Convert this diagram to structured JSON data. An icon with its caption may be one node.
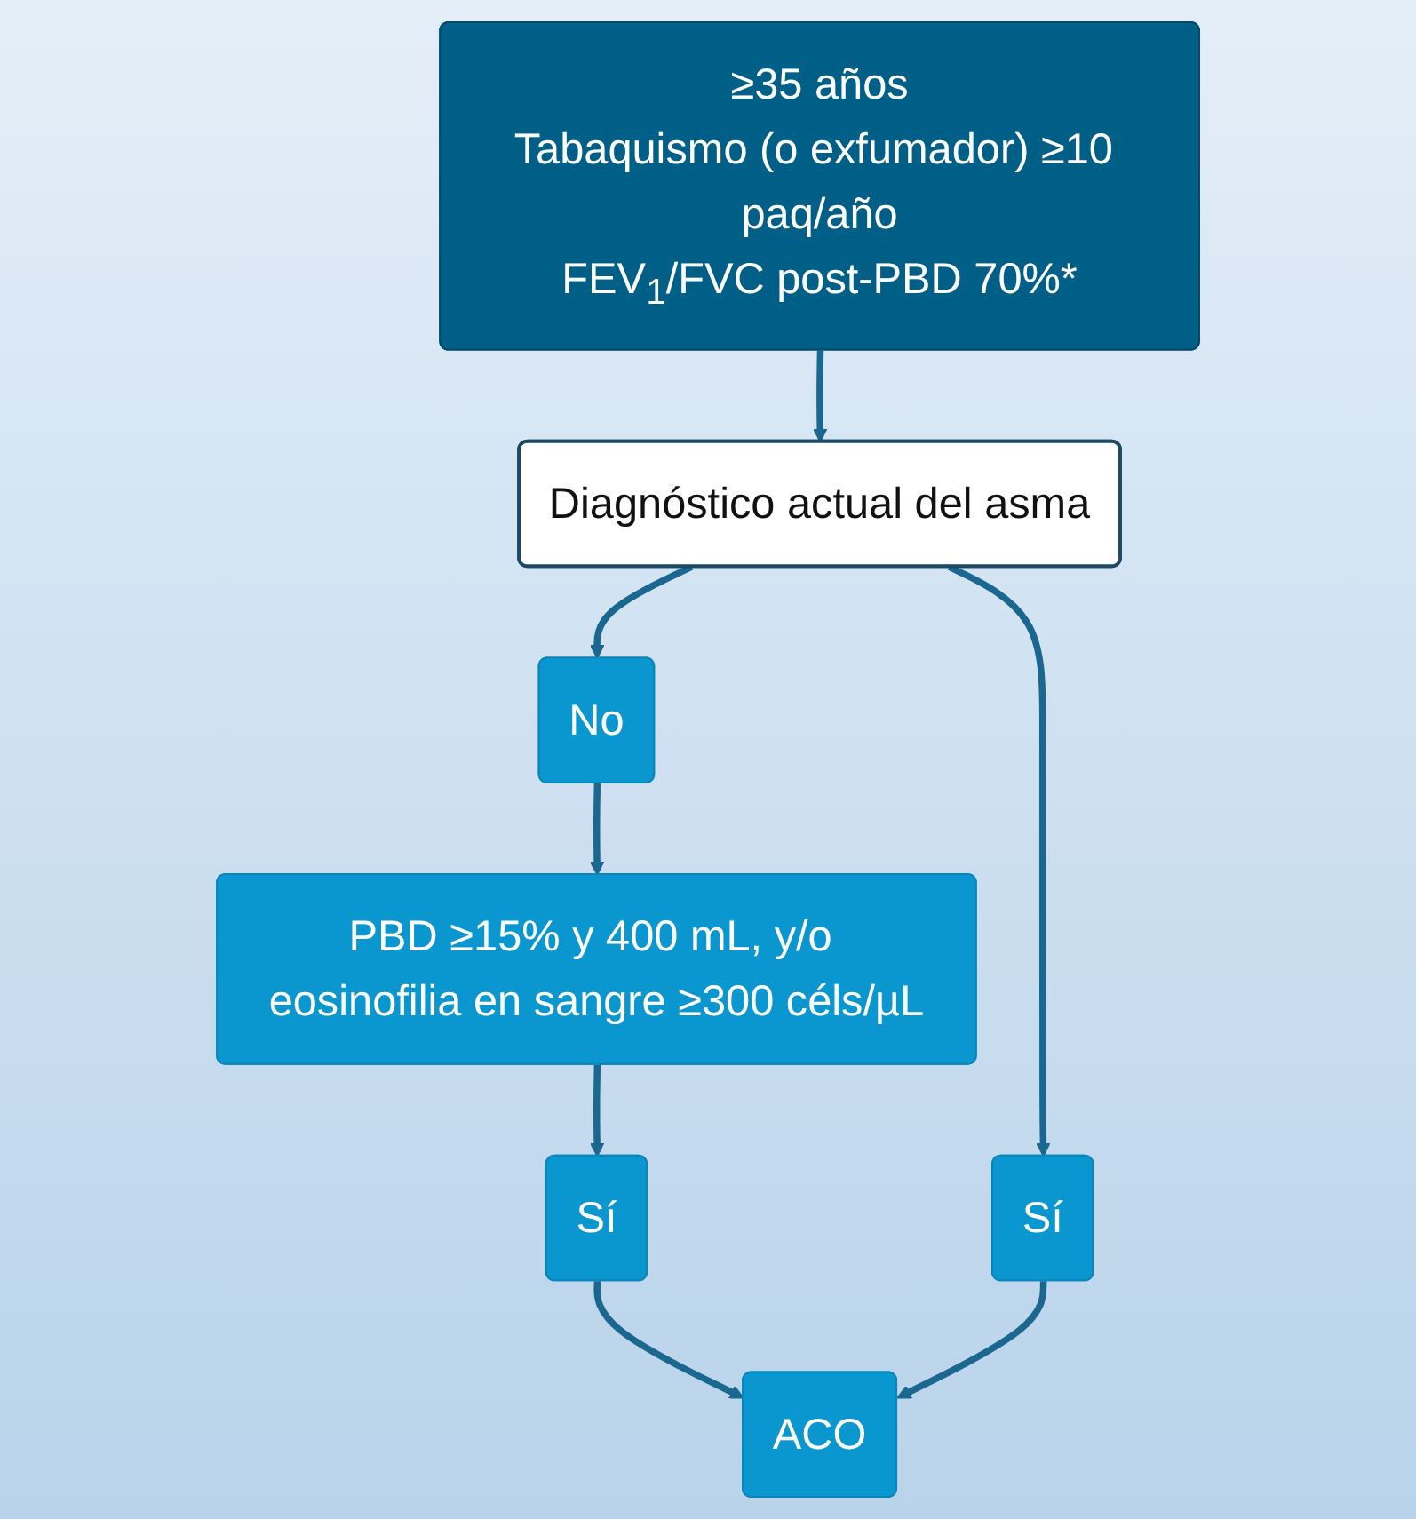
{
  "diagram": {
    "nodes": [
      {
        "text": [
          "≥35 años",
          "Tabaquismo (o exfumador) ≥10 paq/año",
          "FEV$_{1}$/FVC post-PBD 70%*"
        ]
      },
      {
        "text": [
          "Diagnóstico actual del asma"
        ]
      },
      {
        "text": [
          "No"
        ]
      },
      {
        "text": [
          "Sí"
        ]
      },
      {
        "text": [
          "PBD ≥15% y 400 mL, y/o eosinofilia en sangre ≥300 céls/µL"
        ]
      },
      {
        "text": [
          "Sí"
        ]
      },
      {
        "text": [
          "ACO"
        ]
      }
    ],
    "edges": [
      {
        "from": 0,
        "to": 1,
        "arrow": "to"
      },
      {
        "from": 1,
        "to": 2,
        "arrow": "to"
      },
      {
        "from": 1,
        "to": 3,
        "arrow": "to"
      },
      {
        "from": 2,
        "to": 4,
        "arrow": "to"
      },
      {
        "from": 4,
        "to": 5,
        "arrow": "to"
      },
      {
        "from": 5,
        "to": 6,
        "arrow": "to"
      },
      {
        "from": 3,
        "to": 6,
        "arrow": "to"
      }
    ]
  }
}
